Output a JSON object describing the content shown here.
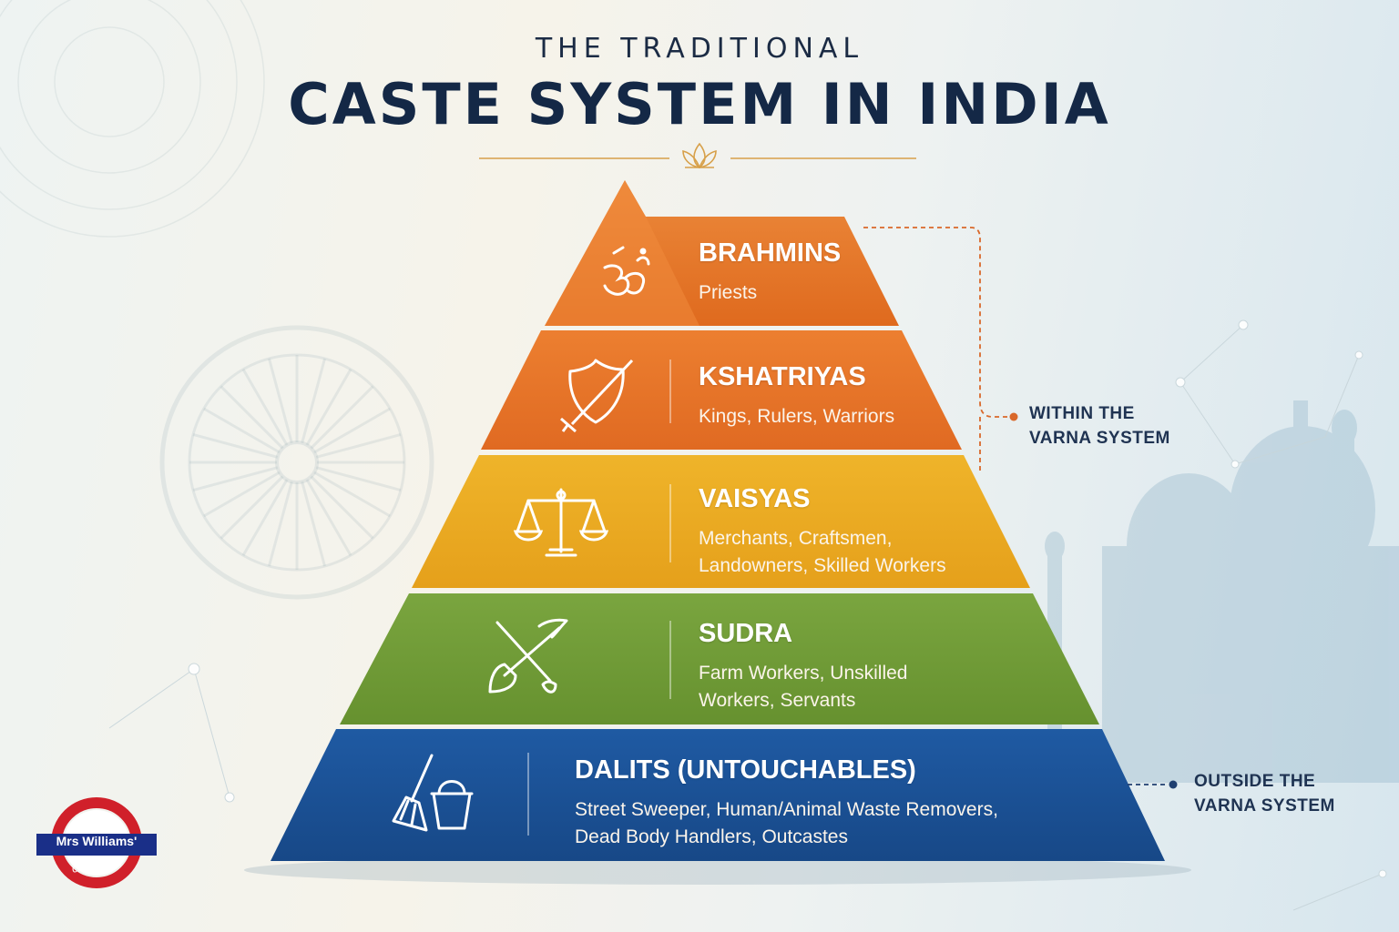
{
  "header": {
    "subtitle": "THE TRADITIONAL",
    "title": "CASTE SYSTEM IN INDIA"
  },
  "pyramid": {
    "tiers": [
      {
        "name": "BRAHMINS",
        "description": [
          "Priests"
        ],
        "icon": "om-icon",
        "color": "#e36f22"
      },
      {
        "name": "KSHATRIYAS",
        "description": [
          "Kings, Rulers, Warriors"
        ],
        "icon": "shield-sword-icon",
        "color": "#e5732a"
      },
      {
        "name": "VAISYAS",
        "description": [
          "Merchants, Craftsmen,",
          "Landowners, Skilled Workers"
        ],
        "icon": "scales-icon",
        "color": "#e8a81c"
      },
      {
        "name": "SUDRA",
        "description": [
          "Farm Workers, Unskilled",
          "Workers, Servants"
        ],
        "icon": "shovel-pickaxe-icon",
        "color": "#6f9a36"
      },
      {
        "name": "DALITS (UNTOUCHABLES)",
        "description": [
          "Street Sweeper, Human/Animal Waste Removers,",
          "Dead Body Handlers, Outcastes"
        ],
        "icon": "broom-bucket-icon",
        "color": "#1a4f93"
      }
    ]
  },
  "annotations": {
    "within": [
      "WITHIN THE",
      "VARNA SYSTEM"
    ],
    "outside": [
      "OUTSIDE THE",
      "VARNA SYSTEM"
    ],
    "accent_within": "#d9682a",
    "accent_outside": "#1f3f70"
  },
  "logo": {
    "line1": "Mrs Williams'",
    "line2": "classroom"
  }
}
